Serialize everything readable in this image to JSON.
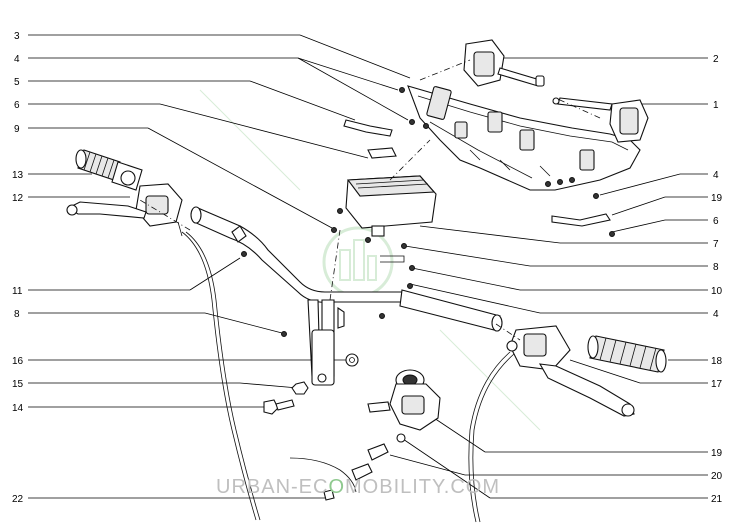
{
  "callouts_left": [
    {
      "label": "3"
    },
    {
      "label": "4"
    },
    {
      "label": "5"
    },
    {
      "label": "6"
    },
    {
      "label": "9"
    },
    {
      "label": "13"
    },
    {
      "label": "12"
    },
    {
      "label": "11"
    },
    {
      "label": "8"
    },
    {
      "label": "16"
    },
    {
      "label": "15"
    },
    {
      "label": "14"
    },
    {
      "label": "22"
    }
  ],
  "callouts_right": [
    {
      "label": "2"
    },
    {
      "label": "1"
    },
    {
      "label": "4"
    },
    {
      "label": "19"
    },
    {
      "label": "6"
    },
    {
      "label": "7"
    },
    {
      "label": "8"
    },
    {
      "label": "10"
    },
    {
      "label": "4"
    },
    {
      "label": "18"
    },
    {
      "label": "17"
    },
    {
      "label": "19"
    },
    {
      "label": "20"
    },
    {
      "label": "21"
    }
  ],
  "watermark": {
    "part1": "URBAN-EC",
    "part2": "O",
    "part3": "MOBILITY.COM"
  },
  "colors": {
    "ink": "#000000",
    "watermark": "#bfbfbf",
    "watermark_accent": "#8fc98f"
  }
}
